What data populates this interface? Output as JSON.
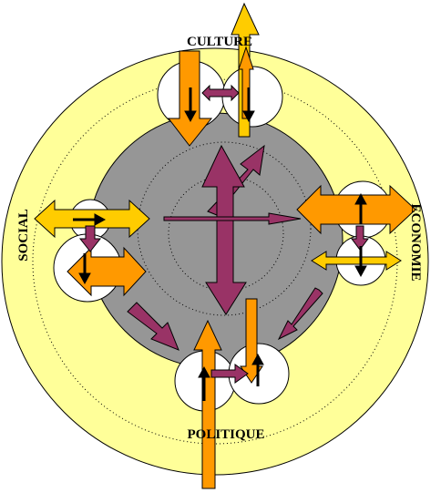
{
  "labels": {
    "top": "CULTURE",
    "right": "ECONOMIE",
    "bottom": "POLITIQUE",
    "left": "SOCIAL"
  },
  "colors": {
    "outer_ring": "#ffff99",
    "inner_disc": "#969696",
    "node": "#ffffff",
    "orange": "#ff9900",
    "gold": "#ffcc00",
    "plum": "#993366",
    "black": "#000000"
  },
  "icons": {
    "arrow_up": "up-arrow-icon",
    "arrow_down": "down-arrow-icon",
    "arrow_double": "double-arrow-icon"
  }
}
